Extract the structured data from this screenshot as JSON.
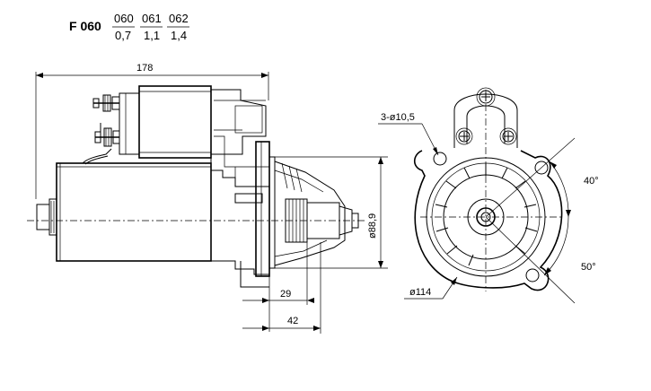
{
  "header": {
    "model_code": "F 060",
    "variants": [
      {
        "code": "060",
        "value": "0,7"
      },
      {
        "code": "061",
        "value": "1,1"
      },
      {
        "code": "062",
        "value": "1,4"
      }
    ]
  },
  "dimensions": {
    "overall_length": "178",
    "pinion_offset": "29",
    "flange_offset": "42",
    "diameter_mount": "ø88,9",
    "bolt_holes": "3-ø10,5",
    "flange_diameter": "ø114",
    "angle_upper": "40°",
    "angle_lower": "50°"
  }
}
